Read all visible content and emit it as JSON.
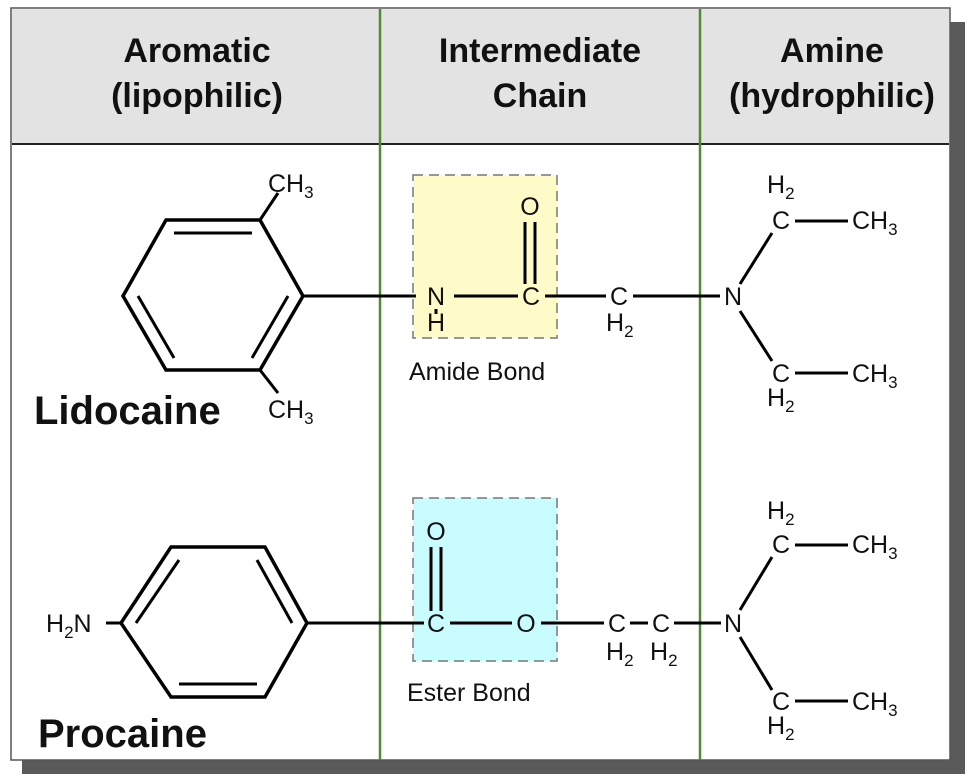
{
  "headers": {
    "aromatic": {
      "line1": "Aromatic",
      "line2": "(lipophilic)"
    },
    "chain": {
      "line1": "Intermediate",
      "line2": "Chain"
    },
    "amine": {
      "line1": "Amine",
      "line2": "(hydrophilic)"
    }
  },
  "lidocaine": {
    "name": "Lidocaine",
    "bond_label": "Amide Bond",
    "bond_highlight_color": "#fefbc8"
  },
  "procaine": {
    "name": "Procaine",
    "bond_label": "Ester Bond",
    "bond_highlight_color": "#c8fcfe"
  },
  "colors": {
    "header_bg": "#e3e3e3",
    "column_divider": "#4f8a36",
    "shadow": "#5a5a5a"
  },
  "atoms": {
    "nitrogen": "N",
    "carbon": "C",
    "oxygen": "O",
    "hydrogen": "H",
    "methyl_base": "CH",
    "amino_base": "H",
    "amino_tail": "N",
    "sub_3": "3",
    "sub_2": "2"
  }
}
